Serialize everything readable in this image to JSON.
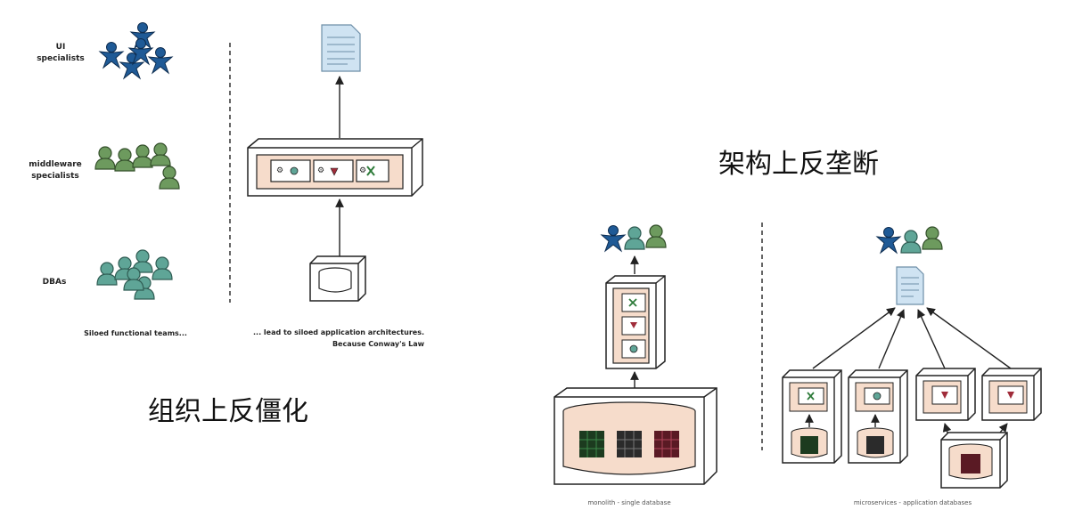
{
  "left": {
    "groups": [
      {
        "label_line1": "UI",
        "label_line2": "specialists",
        "color": "#1f5a96"
      },
      {
        "label_line1": "middleware",
        "label_line2": "specialists",
        "color": "#6d9a5e"
      },
      {
        "label_line1": "DBAs",
        "label_line2": "",
        "color": "#5fa597"
      }
    ],
    "caption_teams": "Siloed functional teams...",
    "caption_arch_line1": "... lead to siloed application architectures.",
    "caption_arch_line2": "Because Conway's Law",
    "title": "组织上反僵化"
  },
  "right": {
    "title": "架构上反垄断",
    "caption_monolith": "monolith - single database",
    "caption_micro": "microservices - application databases"
  },
  "colors": {
    "ui_blue": "#1f5a96",
    "middleware_green": "#6d9a5e",
    "dba_teal": "#5fa597",
    "panel_fill": "#f6dccb",
    "doc_blue": "#cfe3f2"
  }
}
